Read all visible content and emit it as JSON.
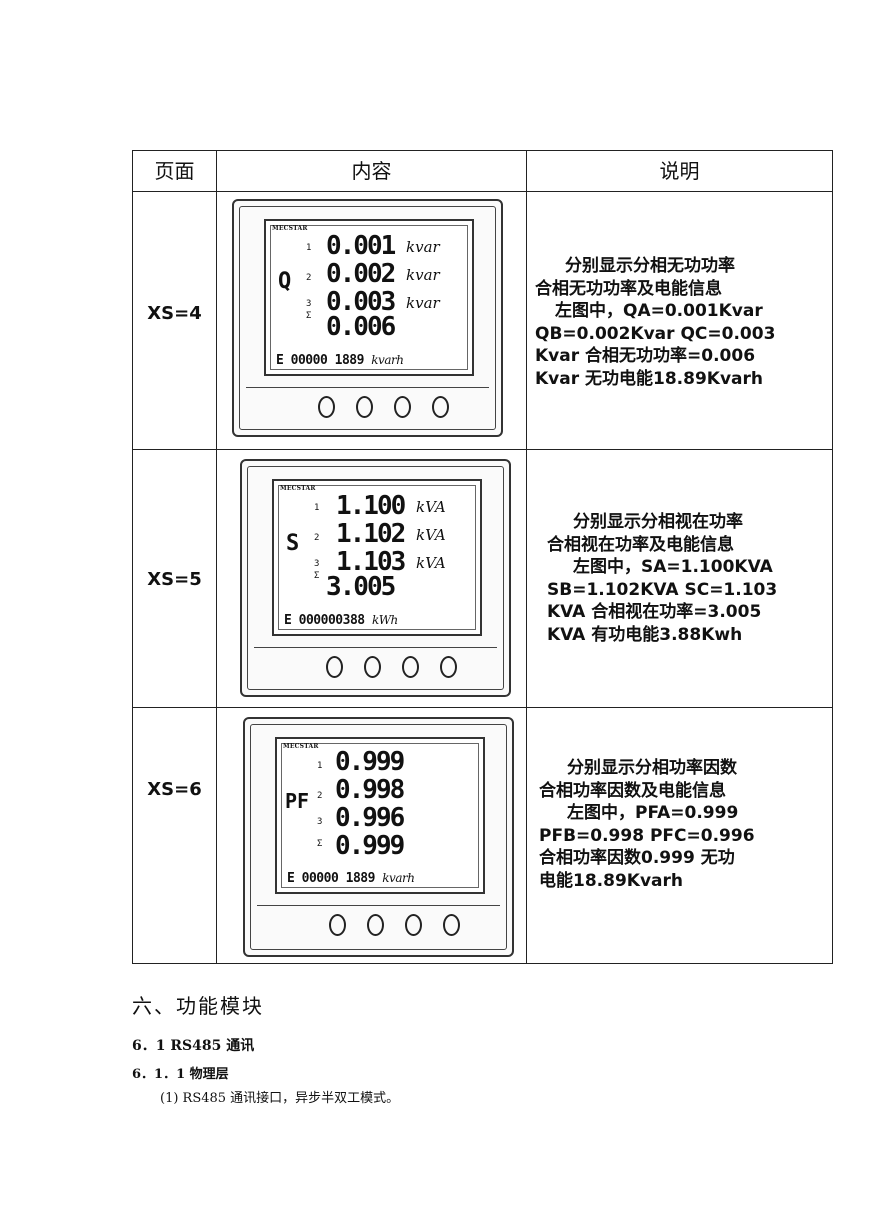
{
  "table": {
    "headers": [
      "页面",
      "内容",
      "说明"
    ],
    "rows": [
      {
        "xs": "XS=4",
        "lcd": {
          "brand": "MECSTAR",
          "quantity": "Q",
          "phases": [
            "1",
            "2",
            "3",
            "Σ"
          ],
          "values": [
            "0.001",
            "0.002",
            "0.003",
            "0.006"
          ],
          "units": [
            "kvar",
            "kvar",
            "kvar",
            ""
          ],
          "energy_prefix": "E",
          "energy_value": "00000 1889",
          "energy_unit": "kvarh"
        },
        "desc": [
          "分别显示分相无功功率",
          "合相无功功率及电能信息",
          "左图中，QA=0.001Kvar",
          "QB=0.002Kvar QC=0.003",
          "Kvar 合相无功功率=0.006",
          "Kvar 无功电能18.89Kvarh"
        ]
      },
      {
        "xs": "XS=5",
        "lcd": {
          "brand": "MECSTAR",
          "quantity": "S",
          "phases": [
            "1",
            "2",
            "3",
            "Σ"
          ],
          "values": [
            "1.100",
            "1.102",
            "1.103",
            "3.005"
          ],
          "units": [
            "kVA",
            "kVA",
            "kVA",
            ""
          ],
          "energy_prefix": "E",
          "energy_value": "000000388",
          "energy_unit": "kWh"
        },
        "desc": [
          "分别显示分相视在功率",
          "合相视在功率及电能信息",
          "左图中，SA=1.100KVA",
          "SB=1.102KVA SC=1.103",
          "KVA 合相视在功率=3.005",
          "KVA 有功电能3.88Kwh"
        ]
      },
      {
        "xs": "XS=6",
        "lcd": {
          "brand": "MECSTAR",
          "quantity": "PF",
          "phases": [
            "1",
            "2",
            "3",
            "Σ"
          ],
          "values": [
            "0.999",
            "0.998",
            "0.996",
            "0.999"
          ],
          "units": [
            "",
            "",
            "",
            ""
          ],
          "energy_prefix": "E",
          "energy_value": "00000 1889",
          "energy_unit": "kvarh"
        },
        "desc": [
          "分别显示分相功率因数",
          "合相功率因数及电能信息",
          "左图中，PFA=0.999",
          "PFB=0.998 PFC=0.996",
          "合相功率因数0.999 无功",
          "电能18.89Kvarh"
        ]
      }
    ]
  },
  "section": {
    "title": "六、功能模块",
    "sub1": "6．1 RS485 通讯",
    "sub2": "6．1．1 物理层",
    "para": "(1) RS485 通讯接口，异步半双工模式。"
  }
}
